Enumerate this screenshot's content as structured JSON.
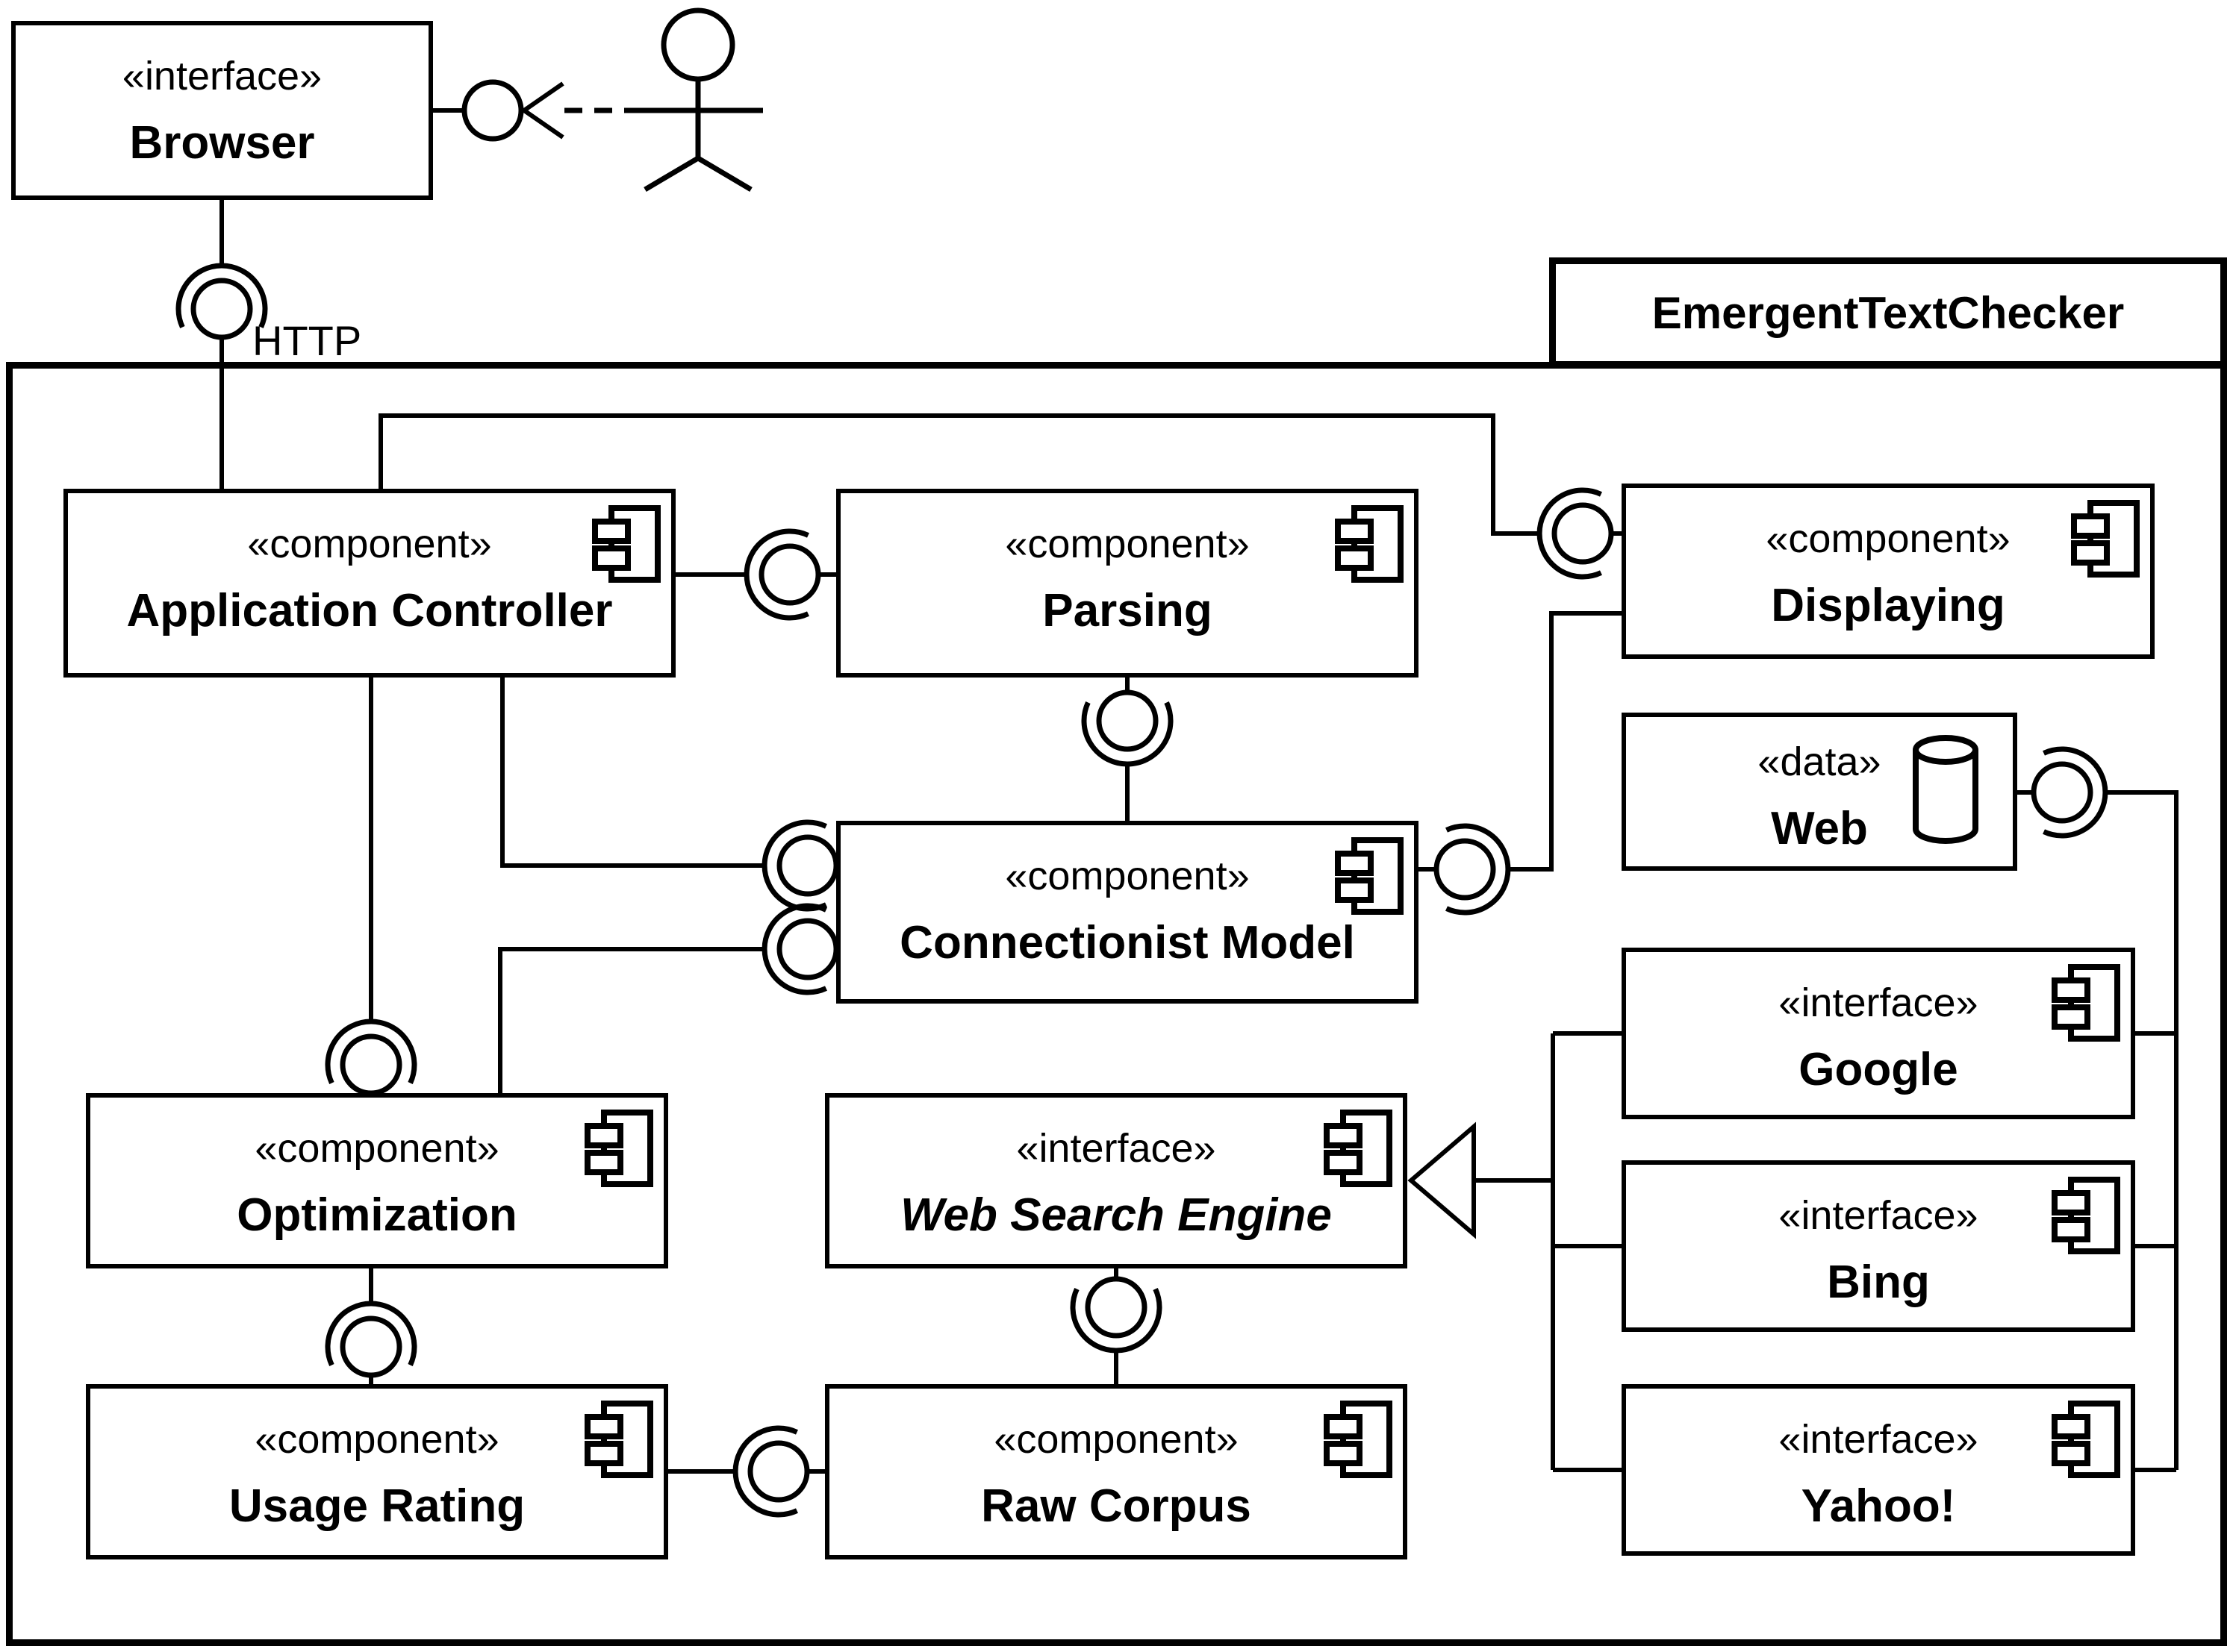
{
  "diagram": {
    "package_title": "EmergentTextChecker",
    "labels": {
      "http": "HTTP"
    },
    "nodes": {
      "browser": {
        "stereotype": "«interface»",
        "name": "Browser"
      },
      "application_controller": {
        "stereotype": "«component»",
        "name": "Application Controller"
      },
      "parsing": {
        "stereotype": "«component»",
        "name": "Parsing"
      },
      "displaying": {
        "stereotype": "«component»",
        "name": "Displaying"
      },
      "web": {
        "stereotype": "«data»",
        "name": "Web"
      },
      "connectionist_model": {
        "stereotype": "«component»",
        "name": "Connectionist Model"
      },
      "optimization": {
        "stereotype": "«component»",
        "name": "Optimization"
      },
      "web_search_engine": {
        "stereotype": "«interface»",
        "name": "Web Search Engine"
      },
      "google": {
        "stereotype": "«interface»",
        "name": "Google"
      },
      "bing": {
        "stereotype": "«interface»",
        "name": "Bing"
      },
      "yahoo": {
        "stereotype": "«interface»",
        "name": "Yahoo!"
      },
      "usage_rating": {
        "stereotype": "«component»",
        "name": "Usage Rating"
      },
      "raw_corpus": {
        "stereotype": "«component»",
        "name": "Raw Corpus"
      }
    },
    "connections": [
      {
        "from": "actor",
        "to": "browser",
        "kind": "dashed usage arrow to provided interface ball"
      },
      {
        "from": "browser",
        "to": "application_controller",
        "kind": "ball-and-socket",
        "label": "HTTP"
      },
      {
        "from": "application_controller",
        "to": "parsing",
        "kind": "ball-and-socket"
      },
      {
        "from": "application_controller",
        "to": "displaying",
        "kind": "ball-and-socket"
      },
      {
        "from": "parsing",
        "to": "connectionist_model",
        "kind": "ball-and-socket"
      },
      {
        "from": "application_controller",
        "to": "connectionist_model",
        "kind": "ball-and-socket"
      },
      {
        "from": "optimization",
        "to": "connectionist_model",
        "kind": "ball-and-socket"
      },
      {
        "from": "application_controller",
        "to": "optimization",
        "kind": "ball-and-socket"
      },
      {
        "from": "optimization",
        "to": "usage_rating",
        "kind": "ball-and-socket"
      },
      {
        "from": "usage_rating",
        "to": "raw_corpus",
        "kind": "ball-and-socket"
      },
      {
        "from": "web_search_engine",
        "to": "raw_corpus",
        "kind": "ball-and-socket"
      },
      {
        "from": "connectionist_model",
        "to": "displaying",
        "kind": "ball-and-socket"
      },
      {
        "from": "web",
        "to": "google_bing_yahoo",
        "kind": "ball-and-socket"
      },
      {
        "from": "google_bing_yahoo",
        "to": "web_search_engine",
        "kind": "generalization hollow triangle"
      }
    ]
  }
}
